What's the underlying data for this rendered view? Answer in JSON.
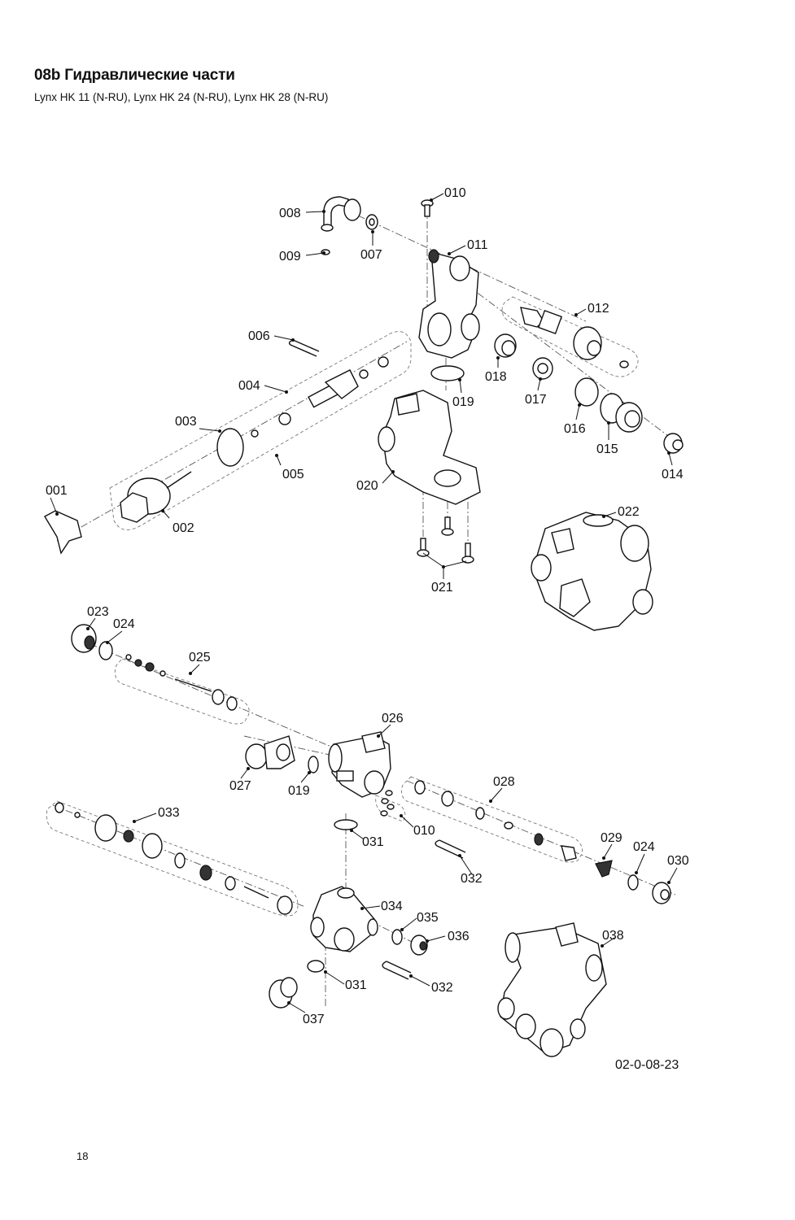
{
  "page": {
    "title": "08b Гидравлические части",
    "subtitle": "Lynx HK 11 (N-RU), Lynx HK 24 (N-RU), Lynx HK 28 (N-RU)",
    "drawing_code": "02-0-08-23",
    "page_number": "18"
  },
  "callouts": [
    "001",
    "002",
    "003",
    "004",
    "005",
    "006",
    "007",
    "008",
    "009",
    "010",
    "011",
    "012",
    "014",
    "015",
    "016",
    "017",
    "018",
    "019",
    "020",
    "021",
    "022",
    "023",
    "024",
    "025",
    "026",
    "027",
    "019",
    "028",
    "010",
    "031",
    "033",
    "029",
    "024",
    "030",
    "032",
    "034",
    "035",
    "036",
    "038",
    "031",
    "032",
    "037"
  ]
}
